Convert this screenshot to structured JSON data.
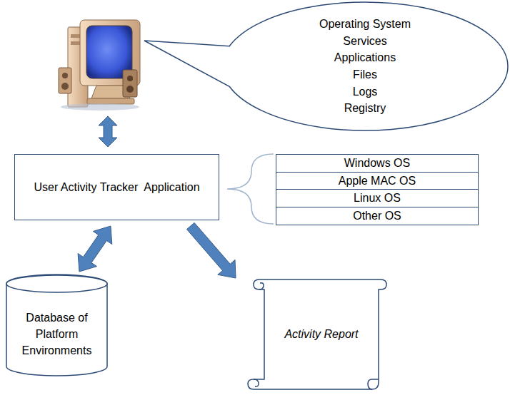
{
  "diagram": {
    "nodes": [
      {
        "text": [
          "Operating System",
          "Services",
          "Applications",
          "Files",
          "Logs",
          "Registry"
        ]
      },
      {
        "text": [
          "User Activity Tracker  Application"
        ]
      },
      {
        "text": [
          "Windows OS"
        ]
      },
      {
        "text": [
          "Apple MAC OS"
        ]
      },
      {
        "text": [
          "Linux OS"
        ]
      },
      {
        "text": [
          "Other OS"
        ]
      },
      {
        "text": [
          "Database of Platform Environments"
        ]
      },
      {
        "text": [
          "Activity Report"
        ]
      }
    ],
    "edges": [
      {
        "from": 1,
        "to": 6,
        "arrow": "both"
      },
      {
        "from": 1,
        "to": 7,
        "arrow": "to"
      }
    ]
  }
}
